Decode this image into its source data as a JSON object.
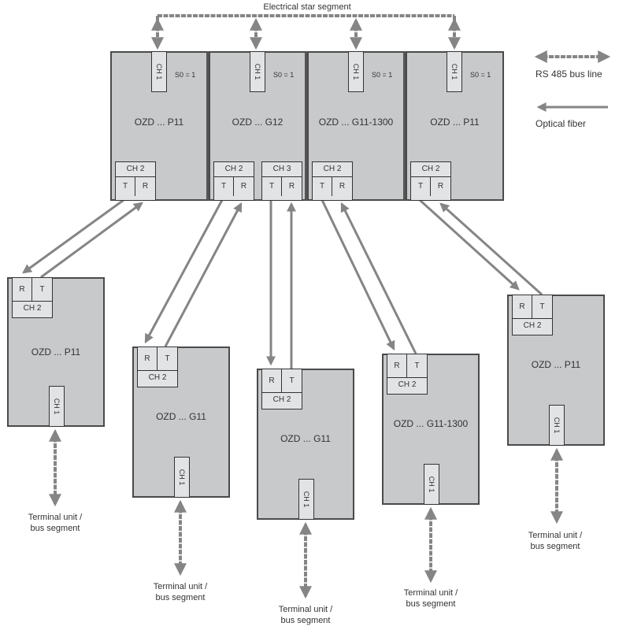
{
  "title": "Electrical star segment",
  "legend": {
    "rs485": "RS 485 bus line",
    "optical": "Optical fiber"
  },
  "colors": {
    "device_fill": "#c8c9cb",
    "port_fill": "#e2e3e5",
    "border": "#4a4a4a",
    "arrow": "#858585"
  },
  "star_devices": [
    {
      "name": "OZD ... P11",
      "ch1": "CH 1",
      "s0": "S0 = 1",
      "ports": [
        {
          "ch": "CH 2",
          "t": "T",
          "r": "R"
        }
      ]
    },
    {
      "name": "OZD ... G12",
      "ch1": "CH 1",
      "s0": "S0 = 1",
      "ports": [
        {
          "ch": "CH 2",
          "t": "T",
          "r": "R"
        },
        {
          "ch": "CH 3",
          "t": "T",
          "r": "R"
        }
      ]
    },
    {
      "name": "OZD ... G11-1300",
      "ch1": "CH 1",
      "s0": "S0 = 1",
      "ports": [
        {
          "ch": "CH 2",
          "t": "T",
          "r": "R"
        }
      ]
    },
    {
      "name": "OZD ... P11",
      "ch1": "CH 1",
      "s0": "S0 = 1",
      "ports": [
        {
          "ch": "CH 2",
          "t": "T",
          "r": "R"
        }
      ]
    }
  ],
  "remote_devices": [
    {
      "name": "OZD ... P11",
      "ch1": "CH 1",
      "port": {
        "ch": "CH 2",
        "r": "R",
        "t": "T"
      },
      "terminal": [
        "Terminal unit /",
        "bus segment"
      ]
    },
    {
      "name": "OZD ... G11",
      "ch1": "CH 1",
      "port": {
        "ch": "CH 2",
        "r": "R",
        "t": "T"
      },
      "terminal": [
        "Terminal unit /",
        "bus segment"
      ]
    },
    {
      "name": "OZD ... G11",
      "ch1": "CH 1",
      "port": {
        "ch": "CH 2",
        "r": "R",
        "t": "T"
      },
      "terminal": [
        "Terminal unit /",
        "bus segment"
      ]
    },
    {
      "name": "OZD ... G11-1300",
      "ch1": "CH 1",
      "port": {
        "ch": "CH 2",
        "r": "R",
        "t": "T"
      },
      "terminal": [
        "Terminal unit /",
        "bus segment"
      ]
    },
    {
      "name": "OZD ... P11",
      "ch1": "CH 1",
      "port": {
        "ch": "CH 2",
        "r": "R",
        "t": "T"
      },
      "terminal": [
        "Terminal unit /",
        "bus segment"
      ]
    }
  ]
}
